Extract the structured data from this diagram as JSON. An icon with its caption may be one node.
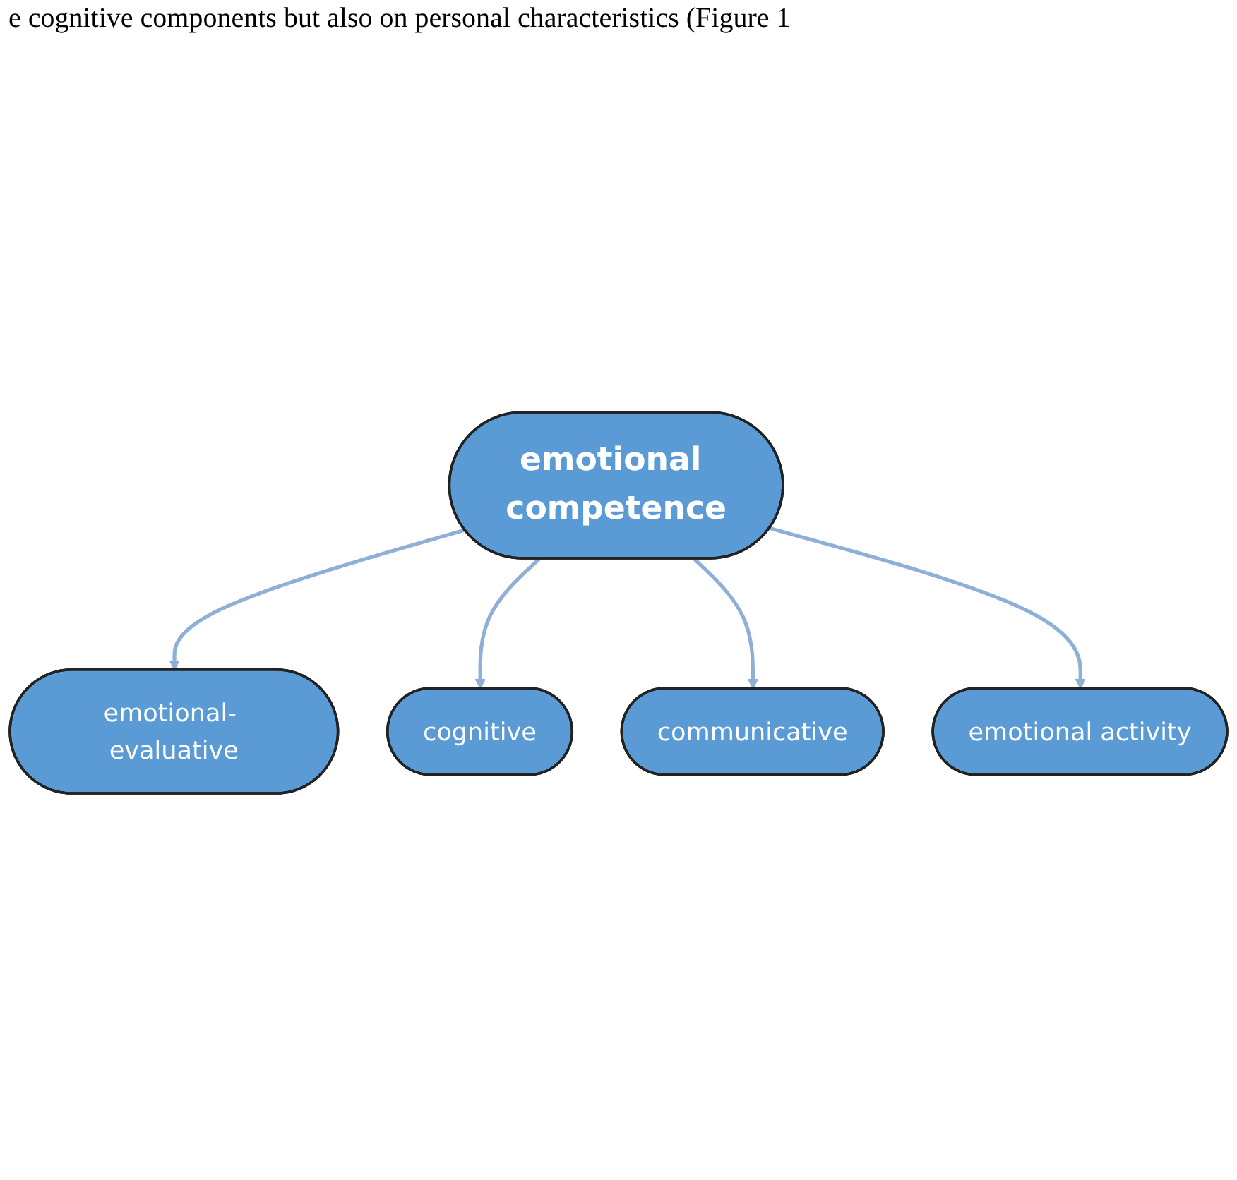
{
  "diagram": {
    "nodes": [
      {
        "text": [
          "emotional- evaluative"
        ]
      },
      {
        "text": [
          "cognitive"
        ]
      },
      {
        "text": [
          "emotional competence"
        ]
      },
      {
        "text": [
          "communicative"
        ]
      },
      {
        "text": [
          "emotional activity"
        ]
      }
    ],
    "edges": [
      {
        "from": 2,
        "to": 0,
        "arrow": "to"
      },
      {
        "from": 2,
        "to": 1,
        "arrow": "to"
      },
      {
        "from": 2,
        "to": 3,
        "arrow": "to"
      },
      {
        "from": 2,
        "to": 4,
        "arrow": "to"
      }
    ],
    "labels": [
      "e cognitive components but also on personal characteristics (Figure 1"
    ]
  }
}
